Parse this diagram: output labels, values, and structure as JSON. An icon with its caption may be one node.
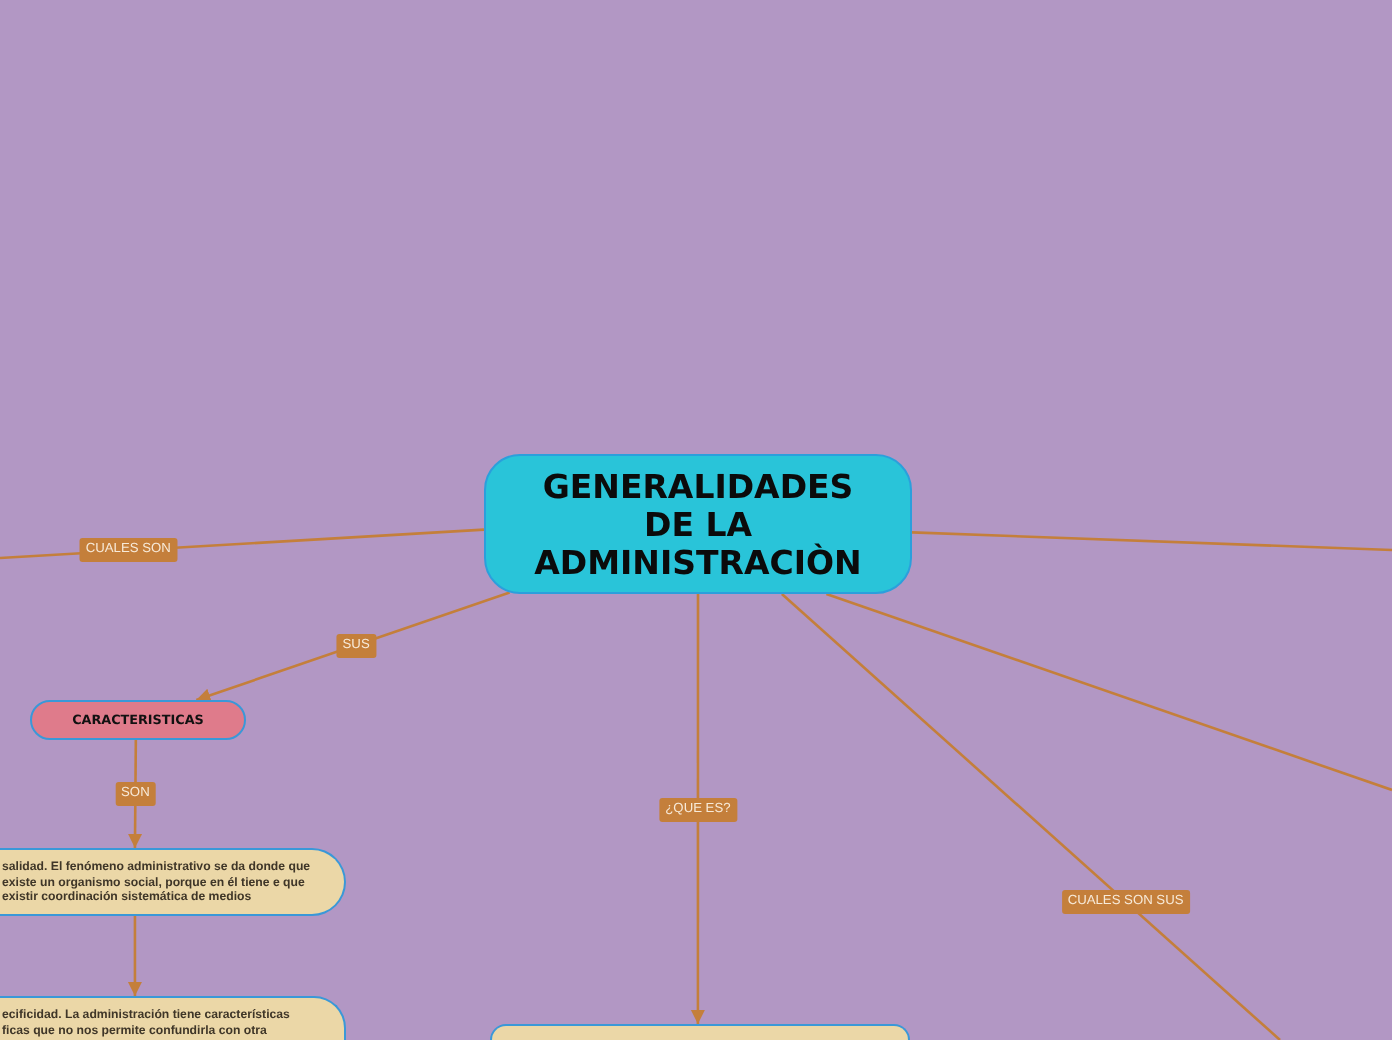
{
  "diagram": {
    "nodes": [
      {
        "text": [
          "GENERALIDADES DE LA ADMINISTRACIÒN"
        ]
      },
      {
        "text": [
          "CARACTERISTICAS"
        ]
      },
      {
        "text": [
          "salidad. El fenómeno administrativo se da donde que existe un organismo social, porque en él tiene e que existir coordinación sistemática de medios"
        ]
      },
      {
        "text": [
          "ecificidad. La administración tiene características ficas que no nos permite confundirla con otra"
        ]
      },
      {
        "text": [],
        "shape": "box"
      }
    ],
    "edges": [
      {
        "from": 0,
        "to": null,
        "arrow": "none",
        "label": "CUALES SON"
      },
      {
        "from": 0,
        "to": 1,
        "arrow": "to",
        "label": "SUS"
      },
      {
        "from": 0,
        "to": 4,
        "arrow": "to",
        "label": "¿QUE ES?"
      },
      {
        "from": 0,
        "to": null,
        "arrow": "none",
        "label": "CUALES SON SUS"
      },
      {
        "from": 0,
        "to": null,
        "arrow": "none"
      },
      {
        "from": 0,
        "to": null,
        "arrow": "none"
      },
      {
        "from": 1,
        "to": 2,
        "arrow": "to",
        "label": "SON"
      },
      {
        "from": 2,
        "to": 3,
        "arrow": "to"
      }
    ]
  }
}
